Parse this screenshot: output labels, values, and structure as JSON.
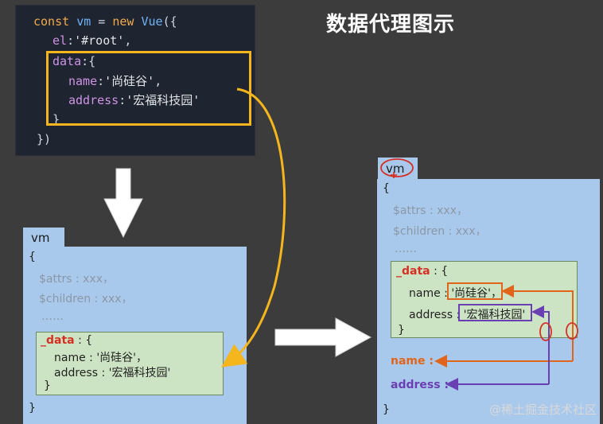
{
  "title": "数据代理图示",
  "code": {
    "line1": {
      "kw1": "const",
      "var": "vm",
      "eq": " = ",
      "kw2": "new",
      "cls": "Vue",
      "open": "({"
    },
    "line2": {
      "prop": "el",
      "colon": ":",
      "val": "'#root'",
      "comma": ","
    },
    "line3": {
      "prop": "data",
      "rest": ":{"
    },
    "line4": {
      "prop": "name",
      "colon": ":",
      "val": "'尚硅谷'",
      "comma": ","
    },
    "line5": {
      "prop": "address",
      "colon": ":",
      "val": "'宏福科技园'"
    },
    "line6": "}",
    "line7": "})"
  },
  "left_vm": {
    "tab": "vm",
    "open": "{",
    "attrs": "$attrs : xxx，",
    "children": "$children : xxx，",
    "dots": "……",
    "data_key": "_data",
    "data_open": ": {",
    "name_line": "name : '尚硅谷'，",
    "address_line": "address : '宏福科技园'",
    "data_close": "}",
    "close": "}"
  },
  "right_vm": {
    "tab": "vm",
    "open": "{",
    "attrs": "$attrs : xxx，",
    "children": "$children : xxx，",
    "dots": "……",
    "data_key": "_data",
    "data_open": ": {",
    "name_key": "name :",
    "name_val": "'尚硅谷'，",
    "address_key": "address :",
    "address_val": "'宏福科技园'",
    "data_close": "}",
    "proxy_name": "name :",
    "proxy_address": "address :",
    "close": "}"
  },
  "watermark": "@稀土掘金技术社区",
  "colors": {
    "background": "#3c3c3c",
    "code_bg": "#1f2530",
    "panel": "#a9c9ec",
    "data_box": "#cde4c4",
    "highlight_yellow": "#f5b51c",
    "orange": "#e0651a",
    "purple": "#6a3fb2",
    "red": "#d53024"
  }
}
